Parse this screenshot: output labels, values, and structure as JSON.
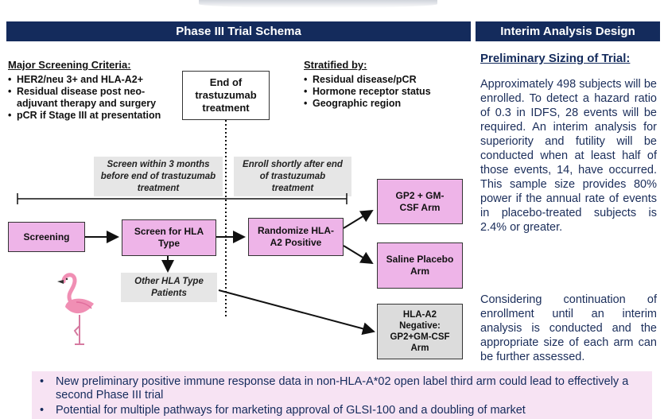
{
  "left_header": "Phase III Trial Schema",
  "right_header": "Interim Analysis Design",
  "criteria": {
    "title": "Major Screening Criteria:",
    "items": [
      "HER2/neu 3+ and HLA-A2+",
      "Residual disease post neo-adjuvant therapy and surgery",
      "pCR if Stage III at presentation"
    ]
  },
  "end_box": "End of trastuzumab treatment",
  "stratified": {
    "title": "Stratified by:",
    "items": [
      "Residual disease/pCR",
      "Hormone receptor status",
      "Geographic region"
    ]
  },
  "screen_window": "Screen within 3 months before end of trastuzumab treatment",
  "enroll_window": "Enroll shortly after end of trastuzumab treatment",
  "boxes": {
    "screening": "Screening",
    "screen_hla": "Screen for HLA Type",
    "randomize": "Randomize HLA-A2 Positive",
    "gp2_arm": "GP2 + GM-CSF Arm",
    "placebo_arm": "Saline Placebo Arm",
    "other_hla": "Other HLA Type Patients",
    "hla_neg": "HLA-A2 Negative: GP2+GM-CSF Arm"
  },
  "right": {
    "title": "Preliminary Sizing of Trial:",
    "para1": "Approximately 498 subjects will be enrolled. To detect a hazard ratio of 0.3 in IDFS, 28 events will be required. An interim analysis for superiority and futility will be conducted when at least half of those events, 14, have occurred. This sample size provides 80% power if the annual rate of events in placebo-treated subjects is 2.4% or greater.",
    "para2": "Considering continuation of enrollment until an interim analysis is conducted and the appropriate size of each arm can be further assessed."
  },
  "bottom": {
    "items": [
      "New preliminary positive immune response data in non-HLA-A*02 open label third arm could lead to effectively a second Phase III trial",
      "Potential for multiple pathways for marketing approval of GLSI-100 and a doubling of market"
    ]
  },
  "colors": {
    "header": "#142b5c",
    "pink_box": "#eeb4e8",
    "bottom_bg": "#f7e3f3",
    "flamingo": "#f08fb4"
  }
}
